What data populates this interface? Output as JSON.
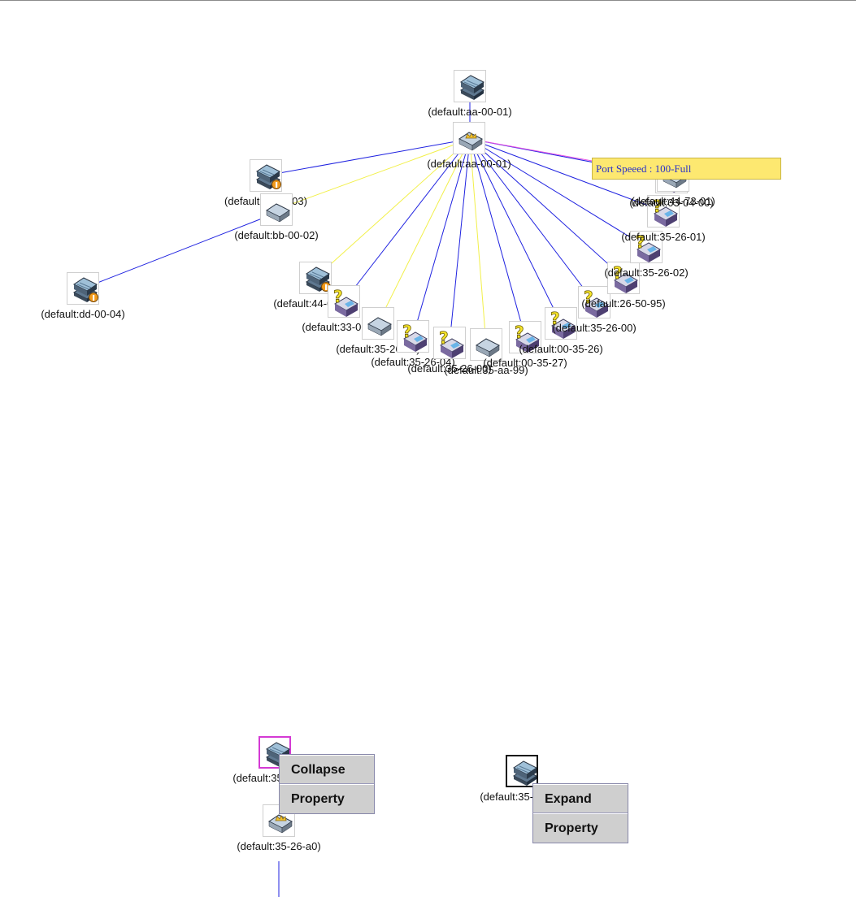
{
  "colors": {
    "link_blue": "#1f22e0",
    "link_yellow": "#f2f04a",
    "link_magenta": "#e34ce3",
    "selection": "#d43ad4"
  },
  "tooltip": {
    "text": "Port Speeed : 100-Full"
  },
  "nodes": {
    "aa0001_top": {
      "label": "(default:aa-00-01)",
      "icon": "server-stack-icon"
    },
    "aa0001_hub": {
      "label": "(default:aa-00-01)",
      "icon": "switch-crown-icon"
    },
    "cc0003": {
      "label": "(default:cc-00-03)",
      "icon": "server-stack-alert-icon"
    },
    "bb0002": {
      "label": "(default:bb-00-02)",
      "icon": "switch-icon"
    },
    "dd0004": {
      "label": "(default:dd-00-04)",
      "icon": "server-stack-alert-icon"
    },
    "n440010": {
      "label": "(default:44-00-10)",
      "icon": "server-stack-alert-icon"
    },
    "n330009": {
      "label": "(default:33-00-09)",
      "icon": "unknown-device-icon"
    },
    "n3526a0": {
      "label": "(default:35-26-a0)",
      "icon": "switch-icon"
    },
    "n352604": {
      "label": "(default:35-26-04)",
      "icon": "unknown-device-icon"
    },
    "n352600a": {
      "label": "(default:35-26-00)",
      "icon": "unknown-device-icon"
    },
    "n35aa99": {
      "label": "(default:35-aa-99)",
      "icon": "switch-icon"
    },
    "n003527": {
      "label": "(default:00-35-27)",
      "icon": "unknown-device-icon"
    },
    "n003526": {
      "label": "(default:00-35-26)",
      "icon": "unknown-device-icon"
    },
    "n352600b": {
      "label": "(default:35-26-00)",
      "icon": "unknown-device-icon"
    },
    "n265095": {
      "label": "(default:26-50-95)",
      "icon": "unknown-device-icon"
    },
    "n352602": {
      "label": "(default:35-26-02)",
      "icon": "unknown-device-icon"
    },
    "n352601": {
      "label": "(default:35-26-01)",
      "icon": "unknown-device-icon"
    },
    "n030400": {
      "label": "(default:03-04-00)",
      "icon": "unknown-device-icon"
    },
    "n447301": {
      "label": "(default:44-73-01)",
      "icon": "unknown-device-icon"
    },
    "n447301b": {
      "label": "",
      "icon": "switch-icon"
    }
  },
  "collapse_example": {
    "top_node": {
      "label": "(default:35-26-a0)",
      "icon": "server-stack-icon"
    },
    "bottom_node": {
      "label": "(default:35-26-a0)",
      "icon": "switch-crown-icon"
    },
    "menu": [
      "Collapse",
      "Property"
    ]
  },
  "expand_example": {
    "node": {
      "label": "(default:35-26-a0)",
      "icon": "server-stack-icon"
    },
    "menu": [
      "Expand",
      "Property"
    ]
  }
}
